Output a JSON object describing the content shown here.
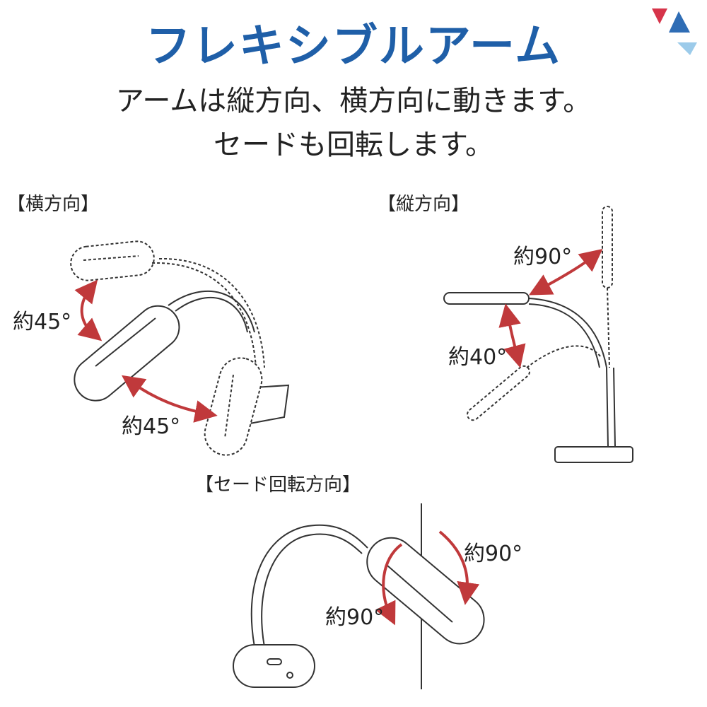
{
  "header": {
    "title": "フレキシブルアーム",
    "line1": "アームは縦方向、横方向に動きます。",
    "line2": "セードも回転します。"
  },
  "sections": {
    "horizontal": {
      "label": "【横方向】",
      "angle_a": "約45°",
      "angle_b": "約45°"
    },
    "vertical": {
      "label": "【縦方向】",
      "angle_a": "約90°",
      "angle_b": "約40°"
    },
    "shade": {
      "label": "【セード回転方向】",
      "angle_a": "約90°",
      "angle_b": "約90°"
    }
  },
  "colors": {
    "title": "#1f5fa8",
    "arrow": "#c0393b",
    "line": "#333333",
    "deco_red": "#d6344a",
    "deco_blue": "#2f6db5",
    "deco_light": "#9ccbea"
  }
}
